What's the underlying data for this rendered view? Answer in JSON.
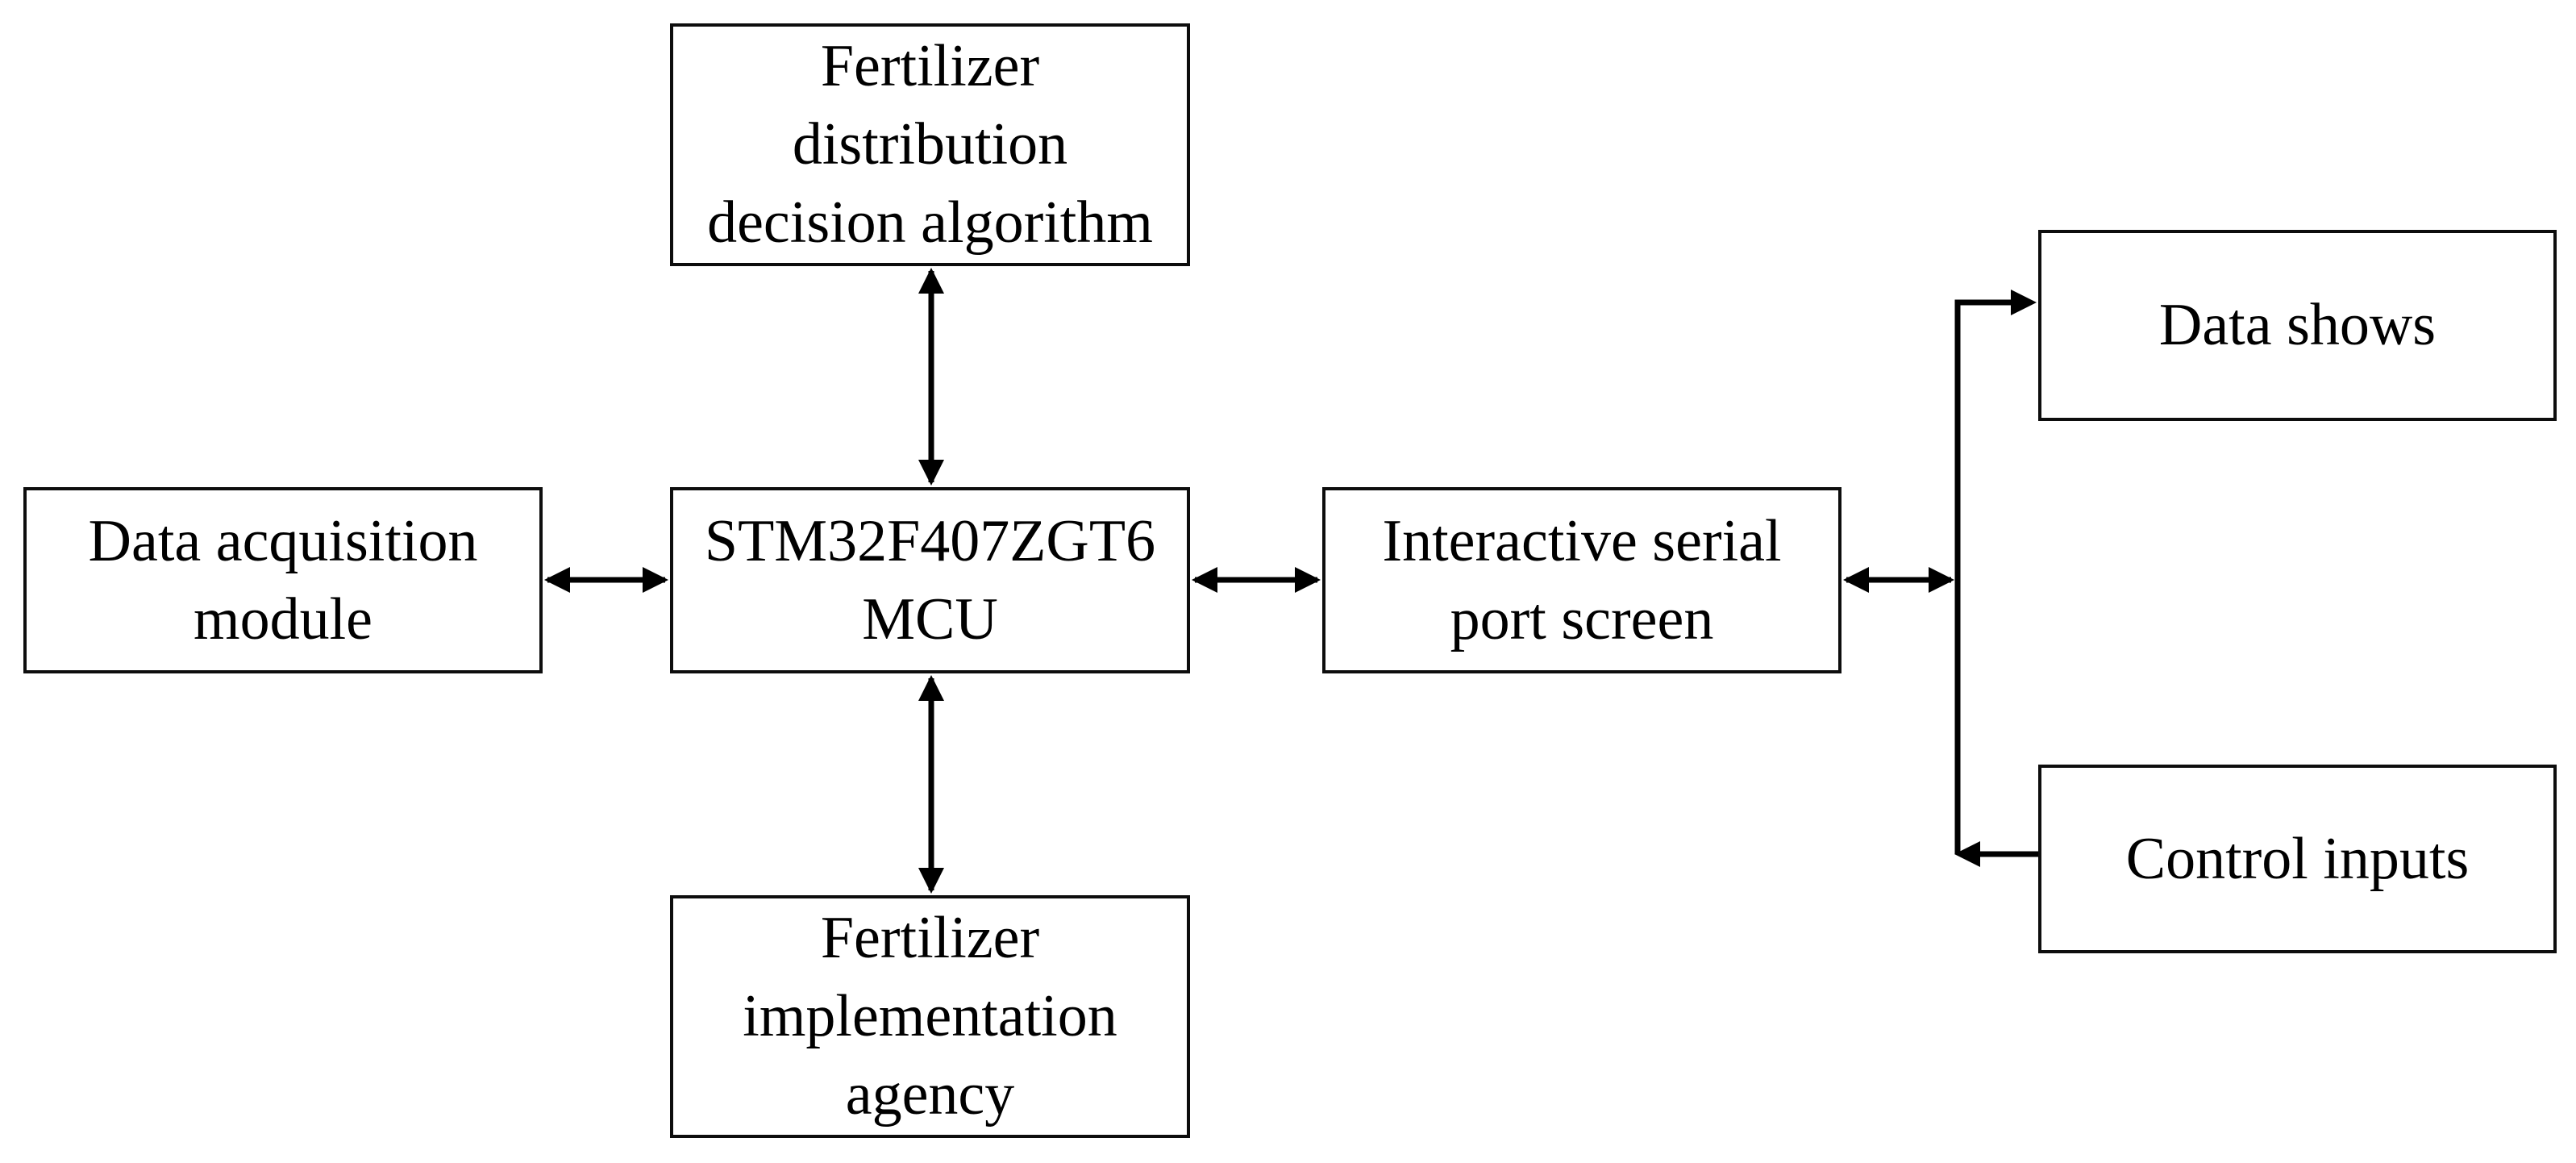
{
  "diagram": {
    "background_color": "#ffffff",
    "line_color": "#000000",
    "box_border_color": "#0d0d0d",
    "text_color": "#000000",
    "nodes": {
      "fertilizer_algorithm": {
        "label": "Fertilizer\ndistribution\ndecision algorithm"
      },
      "data_acquisition": {
        "label": "Data acquisition\nmodule"
      },
      "mcu": {
        "label": "STM32F407ZGT6\nMCU"
      },
      "serial_screen": {
        "label": "Interactive serial\nport screen"
      },
      "data_shows": {
        "label": "Data shows"
      },
      "control_inputs": {
        "label": "Control inputs"
      },
      "fertilizer_agency": {
        "label": "Fertilizer\nimplementation\nagency"
      }
    },
    "edges": [
      {
        "from": "fertilizer_algorithm",
        "to": "mcu",
        "direction": "bidirectional",
        "style": "double-headed vertical arrow"
      },
      {
        "from": "data_acquisition",
        "to": "mcu",
        "direction": "bidirectional",
        "style": "double-headed horizontal arrow"
      },
      {
        "from": "mcu",
        "to": "serial_screen",
        "direction": "bidirectional",
        "style": "double-headed horizontal arrow"
      },
      {
        "from": "mcu",
        "to": "fertilizer_agency",
        "direction": "bidirectional",
        "style": "double-headed vertical arrow"
      },
      {
        "from": "serial_screen",
        "to": "io_branch",
        "direction": "bidirectional",
        "style": "double-headed horizontal arrow"
      },
      {
        "from": "io_branch",
        "to": "data_shows",
        "direction": "forward",
        "style": "elbow arrow pointing right into box"
      },
      {
        "from": "control_inputs",
        "to": "io_branch",
        "direction": "forward",
        "style": "horizontal arrow pointing left into branch line"
      }
    ]
  }
}
